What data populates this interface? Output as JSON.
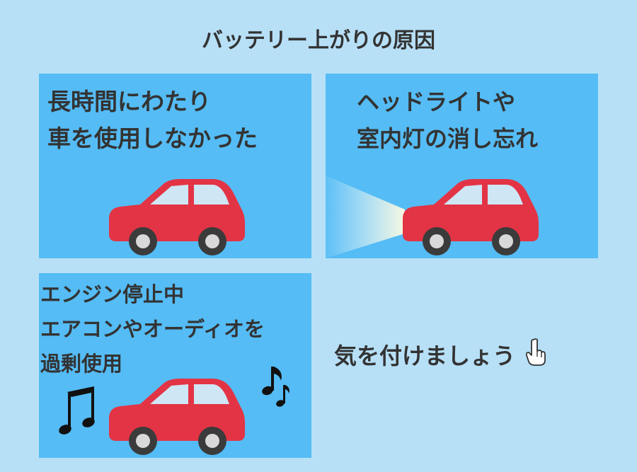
{
  "title": "バッテリー上がりの原因",
  "panels": [
    {
      "lines": [
        "長時間にわたり",
        "車を使用しなかった"
      ]
    },
    {
      "lines": [
        "ヘッドライトや",
        "室内灯の消し忘れ"
      ]
    },
    {
      "lines": [
        "エンジン停止中",
        "エアコンやオーディオを",
        "過剰使用"
      ]
    }
  ],
  "closing": "気を付けましょう",
  "icons": {
    "car": "car-icon",
    "headlight": "headlight-beam-icon",
    "music": "music-note-icon",
    "pointing": "pointing-finger-icon"
  },
  "colors": {
    "background": "#b7e0f7",
    "panel": "#55bcf5",
    "car_body": "#e23445",
    "car_window": "#cfe6f5",
    "tire": "#3b3b3b",
    "hub": "#d9d9d9",
    "text": "#333333"
  }
}
